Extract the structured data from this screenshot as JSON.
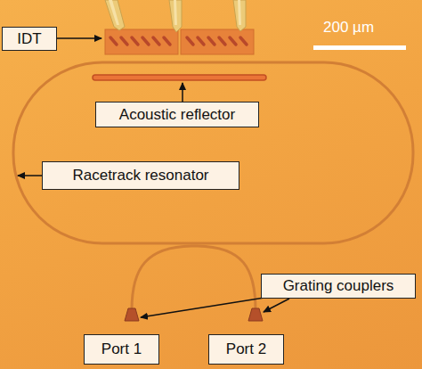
{
  "diagram": {
    "nodes": [
      {
        "text": [
          "IDT"
        ]
      },
      {
        "text": [
          "Acoustic reflector"
        ]
      },
      {
        "text": [
          "Racetrack resonator"
        ]
      },
      {
        "text": [
          "Grating couplers"
        ]
      },
      {
        "text": [
          "Port 1"
        ]
      },
      {
        "text": [
          "Port 2"
        ]
      }
    ],
    "labels": [
      "200 µm"
    ]
  }
}
